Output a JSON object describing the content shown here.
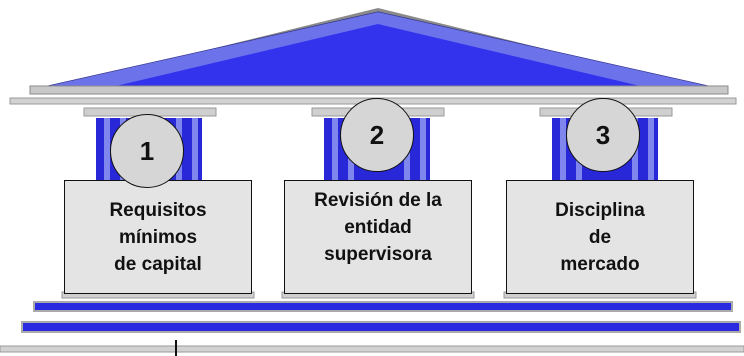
{
  "pillars": [
    {
      "number": "1",
      "text": "Requisitos\nmínimos\nde capital"
    },
    {
      "number": "2",
      "text": "Revisión de la\nentidad\nsupervisora"
    },
    {
      "number": "3",
      "text": "Disciplina\nde\nmercado"
    }
  ],
  "colors": {
    "roof": "#3333ee",
    "column": "#2828d8",
    "beam": "#2a2ae0",
    "box_fill": "#e4e4e4",
    "circle_fill": "#d6d6d6",
    "trim": "#c8c8c8"
  }
}
